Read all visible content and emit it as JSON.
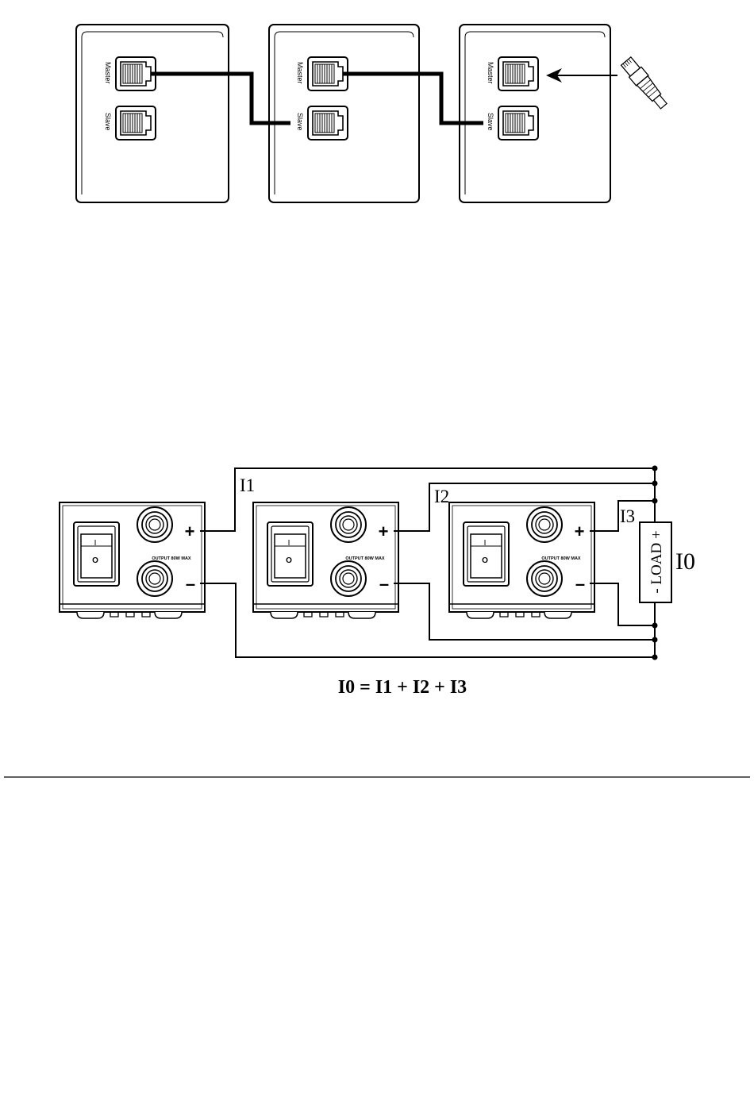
{
  "top_diagram": {
    "units": [
      {
        "master_label": "Master",
        "slave_label": "Slave"
      },
      {
        "master_label": "Master",
        "slave_label": "Slave"
      },
      {
        "master_label": "Master",
        "slave_label": "Slave"
      }
    ]
  },
  "bottom_diagram": {
    "units": [
      {
        "switch_on": "I",
        "switch_off": "O",
        "output_label": "OUTPUT 80W MAX",
        "plus": "+",
        "minus": "–"
      },
      {
        "switch_on": "I",
        "switch_off": "O",
        "output_label": "OUTPUT 80W MAX",
        "plus": "+",
        "minus": "–"
      },
      {
        "switch_on": "I",
        "switch_off": "O",
        "output_label": "OUTPUT 80W MAX",
        "plus": "+",
        "minus": "–"
      }
    ],
    "currents": {
      "i1": "I1",
      "i2": "I2",
      "i3": "I3",
      "i0": "I0"
    },
    "load_label": "- LOAD +",
    "equation": "I0 = I1 + I2 + I3"
  }
}
